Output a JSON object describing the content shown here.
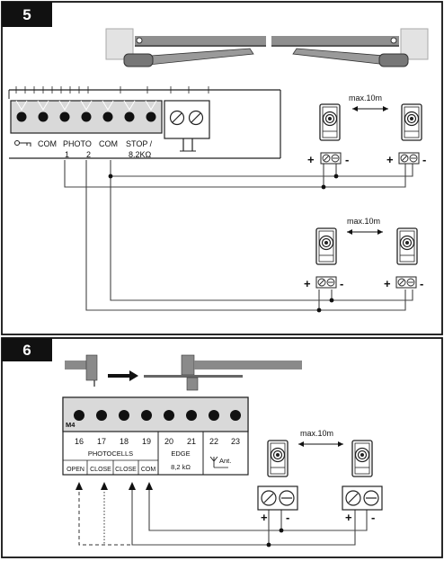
{
  "section5": {
    "number": "5",
    "terminal_labels": [
      "COM",
      "PHOTO",
      "COM",
      "STOP /"
    ],
    "stop_value": "8.2KΩ",
    "terminal_numbers": [
      "1",
      "2"
    ],
    "distance_top": "max.10m",
    "distance_bottom": "max.10m"
  },
  "section6": {
    "number": "6",
    "board_label": "M4",
    "terminal_numbers": [
      "16",
      "17",
      "18",
      "19",
      "20",
      "21",
      "22",
      "23"
    ],
    "photocells_label": "PHOTOCELLS",
    "edge_label": "EDGE",
    "edge_value": "8,2 kΩ",
    "antenna_label": "Ant.",
    "function_labels": [
      "OPEN",
      "CLOSE",
      "CLOSE",
      "COM"
    ],
    "distance": "max.10m"
  },
  "polarity": {
    "plus": "+",
    "minus": "-"
  }
}
